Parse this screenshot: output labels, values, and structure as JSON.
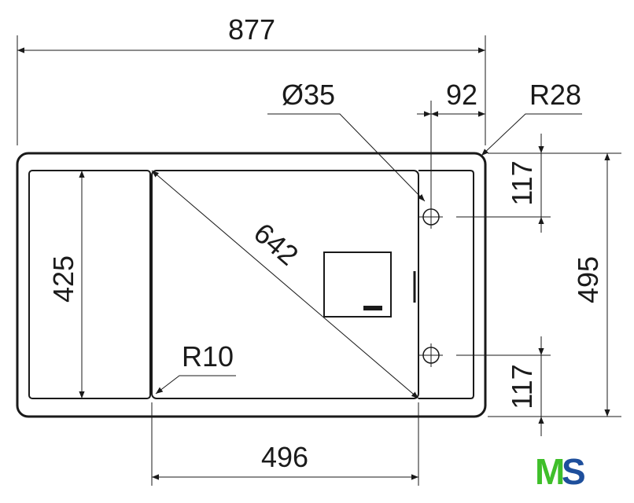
{
  "dimensions": {
    "overall_width": "877",
    "hole_diameter": "Ø35",
    "hole_offset": "92",
    "corner_radius": "R28",
    "hole_top_offset": "117",
    "hole_bottom_offset": "117",
    "overall_height": "495",
    "bowl_height": "425",
    "bowl_diagonal": "642",
    "inner_radius": "R10",
    "bowl_width": "496"
  },
  "logo": {
    "letter_1": "M",
    "letter_2": "S",
    "color_1": "#3fbf2a",
    "color_2": "#1e4f9c"
  },
  "colors": {
    "line": "#1a1a1a",
    "background": "#ffffff"
  }
}
